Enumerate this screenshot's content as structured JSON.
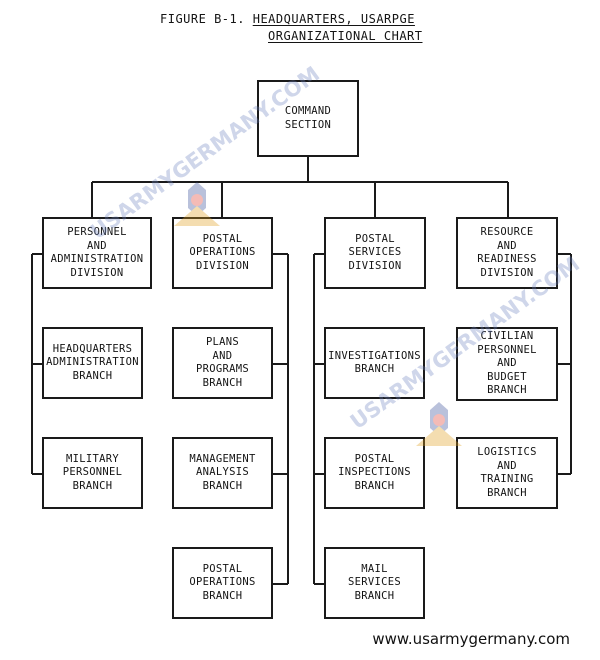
{
  "title": {
    "figure_label": "FIGURE B-1.",
    "line1": "HEADQUARTERS, USARPGE",
    "line2": "ORGANIZATIONAL CHART"
  },
  "command": "COMMAND\nSECTION",
  "columns": [
    {
      "division": "PERSONNEL\nAND\nADMINISTRATION\nDIVISION",
      "branches": [
        "HEADQUARTERS\nADMINISTRATION\nBRANCH",
        "MILITARY\nPERSONNEL\nBRANCH"
      ]
    },
    {
      "division": "POSTAL\nOPERATIONS\nDIVISION",
      "branches": [
        "PLANS\nAND\nPROGRAMS\nBRANCH",
        "MANAGEMENT\nANALYSIS\nBRANCH",
        "POSTAL\nOPERATIONS\nBRANCH"
      ]
    },
    {
      "division": "POSTAL\nSERVICES\nDIVISION",
      "branches": [
        "INVESTIGATIONS\nBRANCH",
        "POSTAL\nINSPECTIONS\nBRANCH",
        "MAIL\nSERVICES\nBRANCH"
      ]
    },
    {
      "division": "RESOURCE\nAND\nREADINESS\nDIVISION",
      "branches": [
        "CIVILIAN\nPERSONNEL\nAND\nBUDGET\nBRANCH",
        "LOGISTICS\nAND\nTRAINING\nBRANCH"
      ]
    }
  ],
  "watermark": {
    "text": "USARMYGERMANY.COM",
    "site": "www.usarmygermany.com"
  }
}
